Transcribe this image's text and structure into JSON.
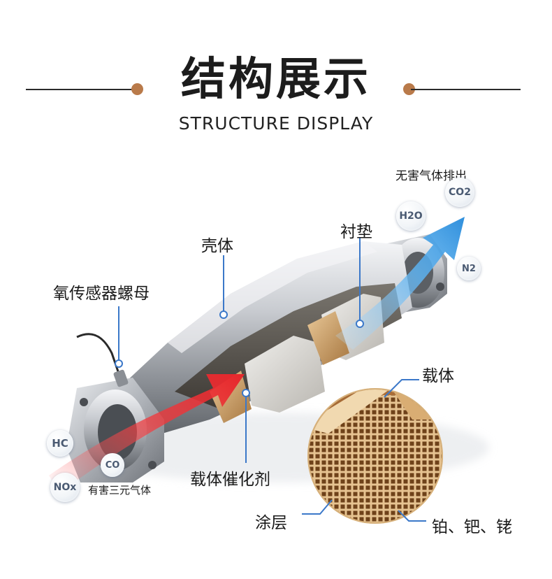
{
  "header": {
    "title": "结构展示",
    "subtitle": "STRUCTURE DISPLAY"
  },
  "callouts": {
    "shell": "壳体",
    "liner": "衬垫",
    "oxygen_sensor_nut": "氧传感器螺母",
    "carrier": "载体",
    "carrier_catalyst": "载体催化剂",
    "coating": "涂层",
    "metals": "铂、钯、铑",
    "harmless_gas_out": "无害气体排出",
    "harmful_gas": "有害三元气体"
  },
  "gases": {
    "hc": "HC",
    "co": "CO",
    "nox": "NOx",
    "h2o": "H2O",
    "co2": "CO2",
    "n2": "N2"
  },
  "colors": {
    "accent_dot": "#b97a4a",
    "inflow_arrow": "#e6262b",
    "outflow_arrow": "#3d9be0",
    "leader_line": "#3b78c9"
  }
}
